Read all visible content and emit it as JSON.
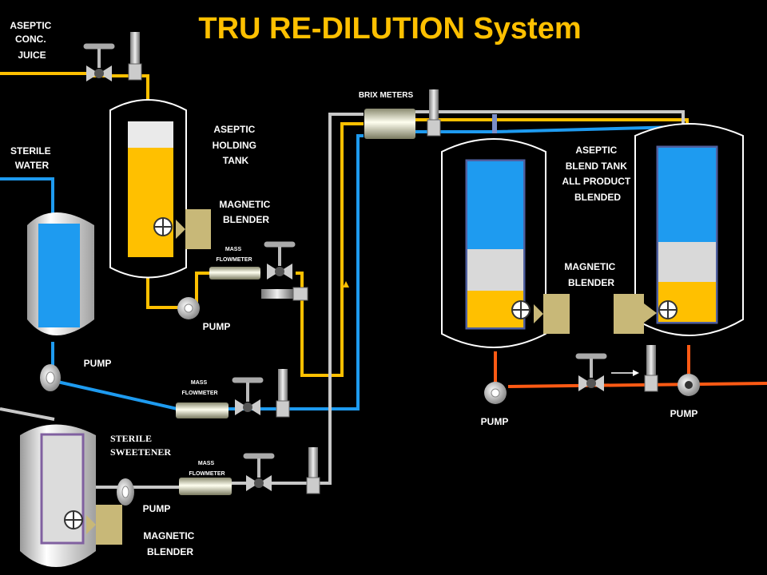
{
  "title": "TRU RE-DILUTION System",
  "labels": {
    "aseptic_conc_juice": [
      "ASEPTIC",
      "CONC.",
      "JUICE"
    ],
    "sterile_water": [
      "STERILE",
      "WATER"
    ],
    "aseptic_holding_tank": [
      "ASEPTIC",
      "HOLDING",
      "TANK"
    ],
    "magnetic_blender_top": [
      "MAGNETIC",
      "BLENDER"
    ],
    "mass_flowmeter_1": [
      "MASS",
      "FLOWMETER"
    ],
    "pump_holding": "PUMP",
    "pump_water": "PUMP",
    "mass_flowmeter_2": [
      "MASS",
      "FLOWMETER"
    ],
    "sterile_sweetener": [
      "STERILE",
      "SWEETENER"
    ],
    "mass_flowmeter_3": [
      "MASS",
      "FLOWMETER"
    ],
    "pump_sweetener": "PUMP",
    "magnetic_blender_bottom": [
      "MAGNETIC",
      "BLENDER"
    ],
    "brix_meters": "BRIX METERS",
    "aseptic_blend_tank": [
      "ASEPTIC",
      "BLEND TANK",
      "ALL PRODUCT",
      "BLENDED"
    ],
    "magnetic_blender_right": [
      "MAGNETIC",
      "BLENDER"
    ],
    "pump_blend_left": "PUMP",
    "pump_blend_right": "PUMP"
  },
  "colors": {
    "juice": "#ffc000",
    "water": "#1e9bf0",
    "sweetener": "#c8c8c8",
    "product": "#ff5a14",
    "tank_fill_grey": "#d9d9d9",
    "blender_box": "#c8b878",
    "background": "#000000",
    "text": "#ffffff"
  }
}
